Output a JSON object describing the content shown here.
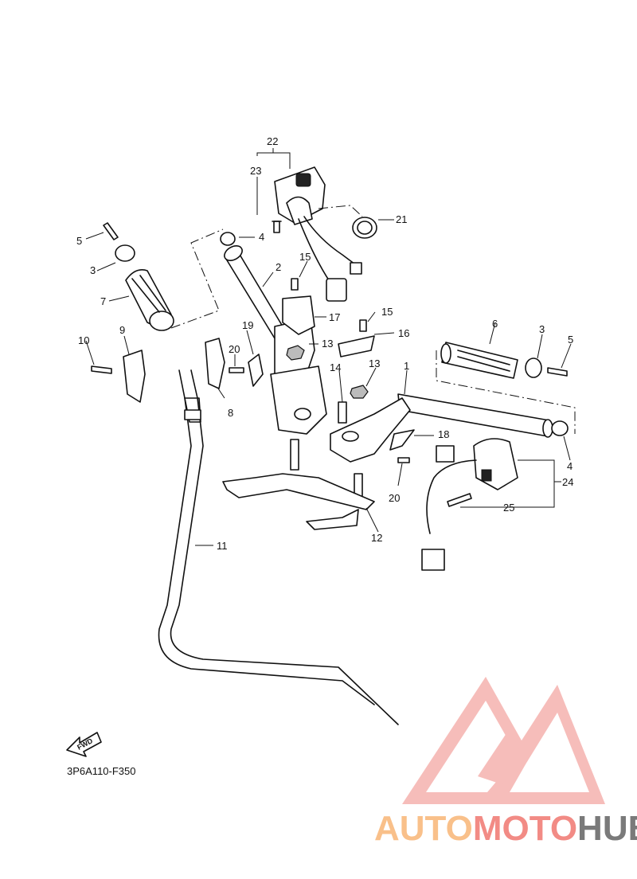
{
  "diagram_code": "3P6A110-F350",
  "fwd_label": "FWD",
  "watermark": {
    "part1": "AUTO",
    "part2": "MOTO",
    "part3": "HUB",
    "color_light": "#f9c08a",
    "color_mid": "#f28b85",
    "color_dark": "#7a7a7a"
  },
  "callouts": [
    "1",
    "2",
    "3",
    "3",
    "4",
    "4",
    "5",
    "5",
    "6",
    "7",
    "8",
    "9",
    "10",
    "11",
    "12",
    "13",
    "13",
    "14",
    "15",
    "15",
    "16",
    "17",
    "18",
    "19",
    "20",
    "20",
    "21",
    "22",
    "23",
    "24",
    "25"
  ]
}
